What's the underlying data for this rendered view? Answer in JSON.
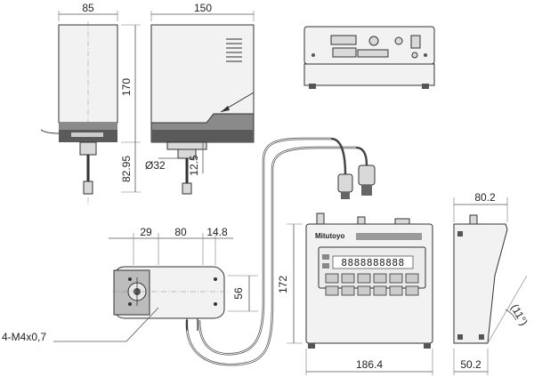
{
  "dimensions": {
    "front_width": "85",
    "side_width": "150",
    "height": "170",
    "probe_length": "82.95",
    "probe_diameter": "Ø32",
    "base_step": "12.5",
    "head_a": "29",
    "head_b": "80",
    "head_c": "14.8",
    "head_depth": "56",
    "unit_height": "172",
    "unit_width": "186.4",
    "side_depth": "80.2",
    "side_base": "50.2",
    "tilt_angle": "(11°)",
    "mount_holes": "4-M4x0,7"
  },
  "labels": {
    "brand": "Mitutoyo",
    "display_digits": "8888888888"
  }
}
